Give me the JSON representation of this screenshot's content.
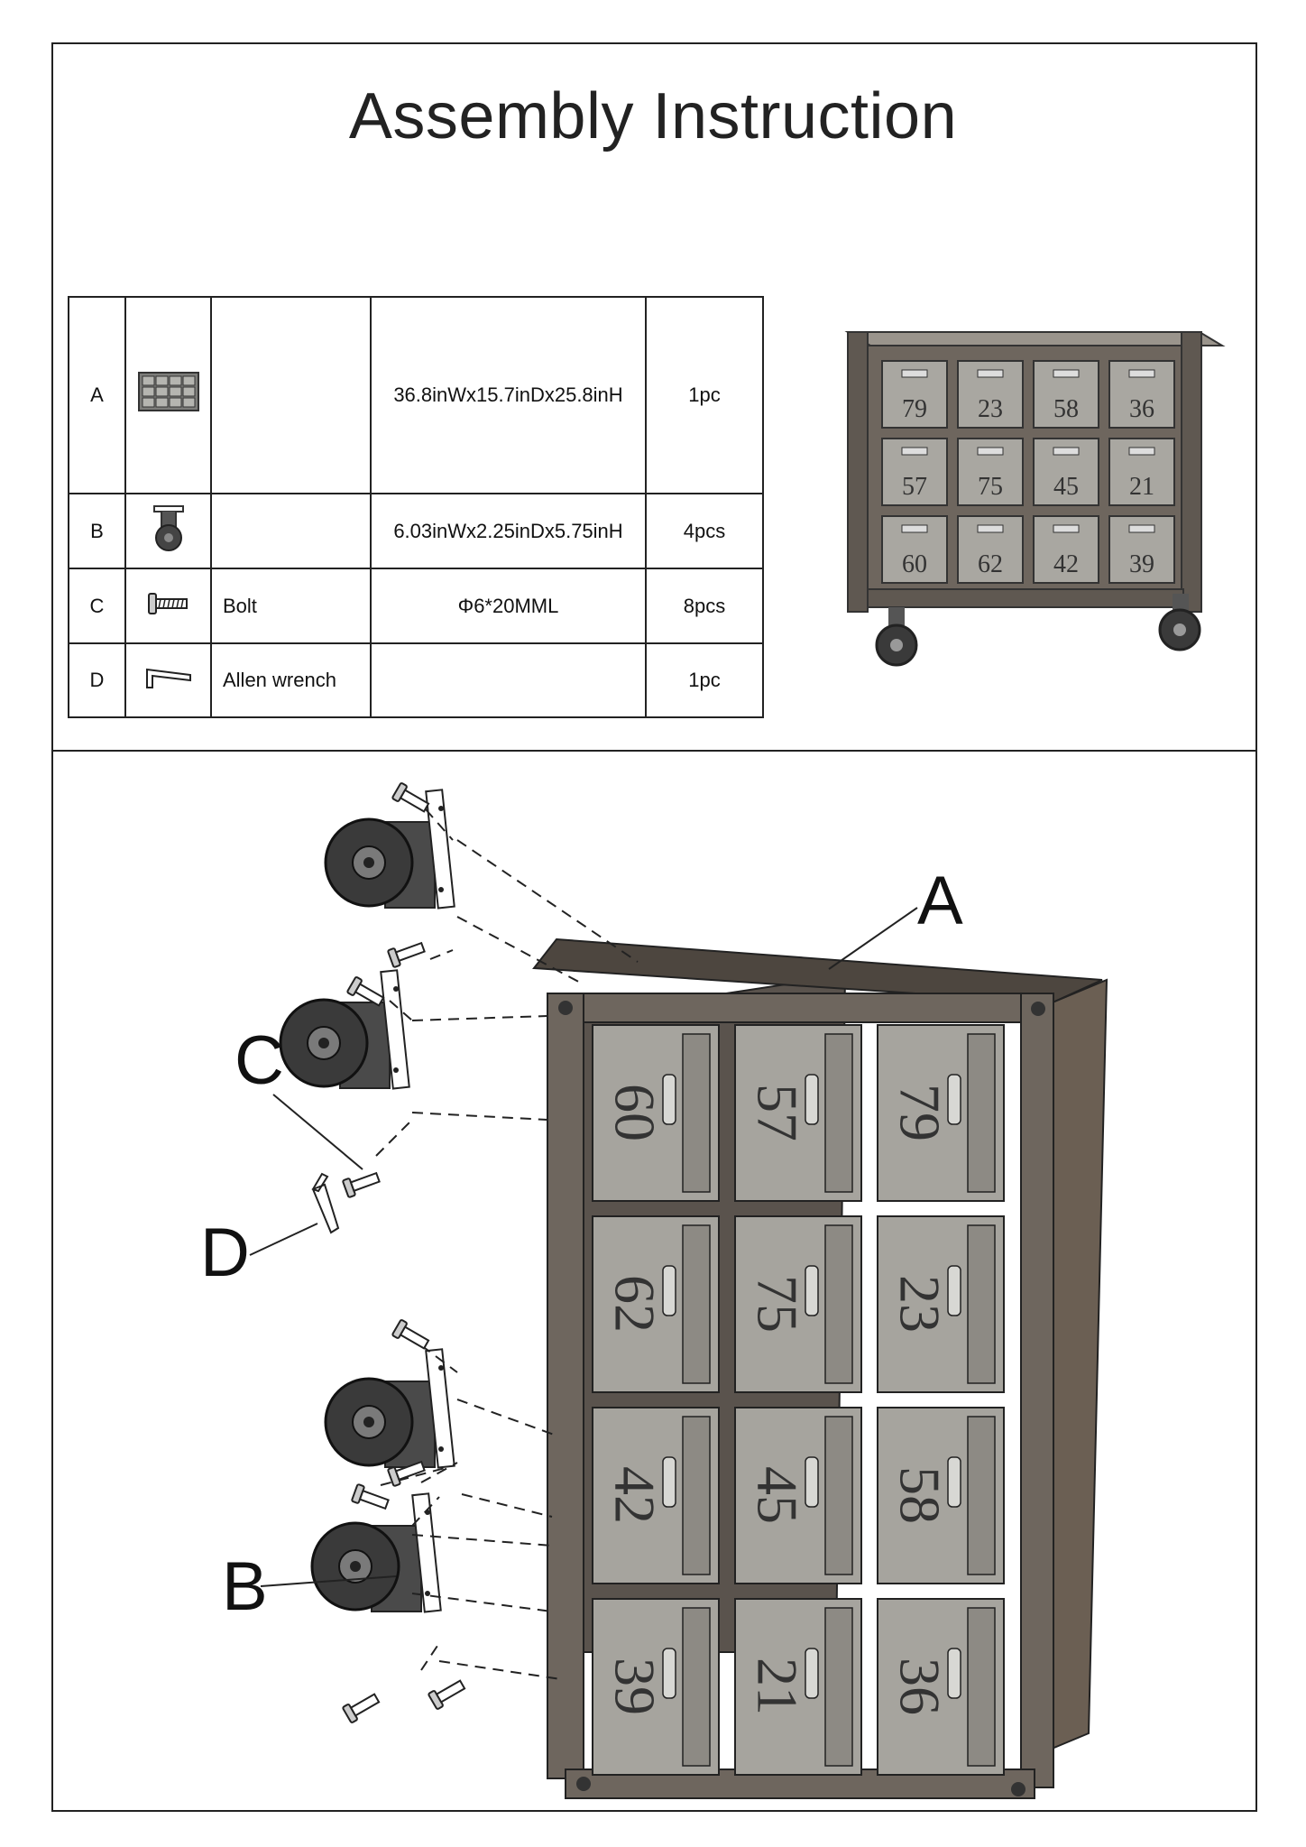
{
  "title": "Assembly Instruction",
  "parts": [
    {
      "label": "A",
      "icon": "cabinet-icon",
      "name": "",
      "dimension": "36.8inWx15.7inDx25.8inH",
      "qty": "1pc"
    },
    {
      "label": "B",
      "icon": "caster-wheel-icon",
      "name": "",
      "dimension": "6.03inWx2.25inDx5.75inH",
      "qty": "4pcs"
    },
    {
      "label": "C",
      "icon": "bolt-icon",
      "name": "Bolt",
      "dimension": "Φ6*20MML",
      "qty": "8pcs"
    },
    {
      "label": "D",
      "icon": "allen-wrench-icon",
      "name": "Allen wrench",
      "dimension": "",
      "qty": "1pc"
    }
  ],
  "product_drawers": [
    "79",
    "23",
    "58",
    "36",
    "57",
    "75",
    "45",
    "21",
    "60",
    "62",
    "42",
    "39"
  ],
  "diagram": {
    "callouts": [
      "A",
      "B",
      "C",
      "D"
    ],
    "drawer_numbers": [
      "60",
      "57",
      "79",
      "62",
      "75",
      "23",
      "42",
      "45",
      "58",
      "39",
      "21",
      "36"
    ]
  },
  "colors": {
    "line": "#222222",
    "metal": "#8a8a86",
    "wood": "#6e5f52"
  }
}
